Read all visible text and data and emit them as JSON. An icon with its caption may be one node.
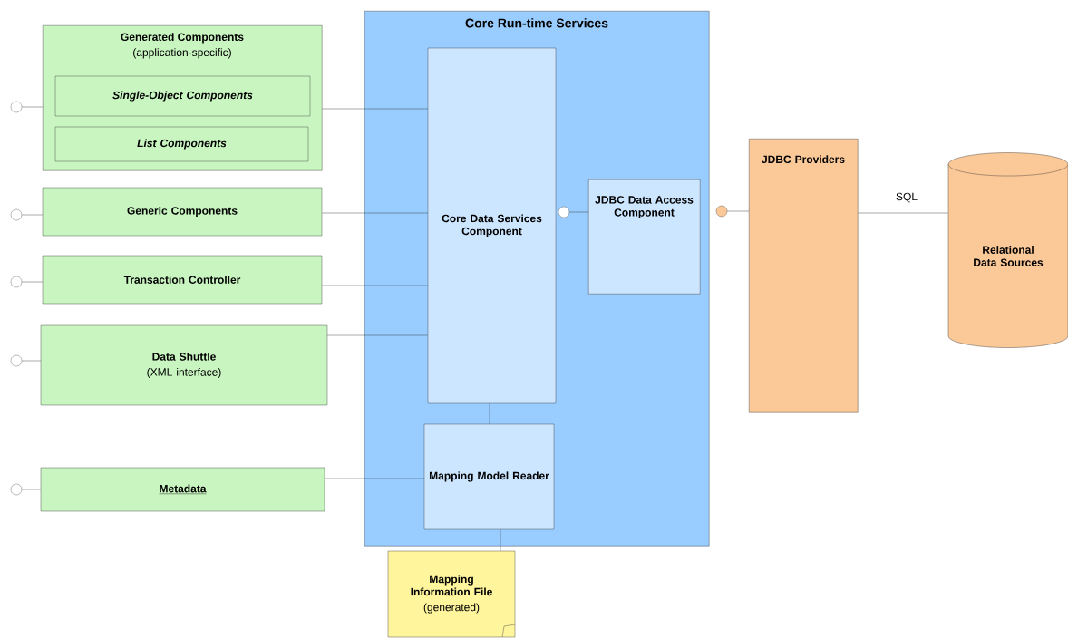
{
  "diagram": {
    "nodes": [
      {
        "text": [
          "Generated Components",
          "(application-specific)"
        ]
      },
      {
        "text": [
          "Single-Object Components"
        ],
        "in": 0
      },
      {
        "text": [
          "List Components"
        ],
        "in": 0
      },
      {
        "text": [
          "Generic Components"
        ]
      },
      {
        "text": [
          "Transaction Controller"
        ]
      },
      {
        "text": [
          "Data Shuttle",
          "(XML interface)"
        ]
      },
      {
        "text": [
          "Metadata"
        ]
      },
      {
        "text": [
          "Core Run-time Services"
        ]
      },
      {
        "text": [
          "Core Data Services Component"
        ],
        "in": 7
      },
      {
        "text": [
          "JDBC Data Access Component"
        ],
        "in": 7
      },
      {
        "text": [
          "Mapping Model Reader"
        ],
        "in": 7
      },
      {
        "text": [
          "JDBC Providers"
        ]
      },
      {
        "text": [
          "Relational Data Sources"
        ]
      },
      {
        "text": [
          "Mapping Information File",
          "(generated)"
        ]
      },
      {
        "text": [],
        "shape": "circle"
      },
      {
        "text": [],
        "shape": "circle"
      },
      {
        "text": [],
        "shape": "circle"
      },
      {
        "text": [],
        "shape": "circle"
      },
      {
        "text": [],
        "shape": "circle"
      },
      {
        "text": [],
        "shape": "circle",
        "in": 7
      },
      {
        "text": [],
        "shape": "circle"
      }
    ],
    "edges": [
      {
        "from": 0,
        "to": 8,
        "arrow": "none"
      },
      {
        "from": 3,
        "to": 8,
        "arrow": "none"
      },
      {
        "from": 4,
        "to": 8,
        "arrow": "none"
      },
      {
        "from": 5,
        "to": 8,
        "arrow": "none"
      },
      {
        "from": 6,
        "to": 10,
        "arrow": "none"
      },
      {
        "from": 8,
        "to": 10,
        "arrow": "none"
      },
      {
        "from": 10,
        "to": 13,
        "arrow": "none"
      },
      {
        "from": 11,
        "to": 12,
        "arrow": "none",
        "label": "SQL"
      },
      {
        "from": 14,
        "to": 0,
        "arrow": "none"
      },
      {
        "from": 15,
        "to": 3,
        "arrow": "none"
      },
      {
        "from": 16,
        "to": 4,
        "arrow": "none"
      },
      {
        "from": 17,
        "to": 5,
        "arrow": "none"
      },
      {
        "from": 18,
        "to": 6,
        "arrow": "none"
      },
      {
        "from": 19,
        "to": 9,
        "arrow": "none"
      },
      {
        "from": 20,
        "to": 11,
        "arrow": "none"
      }
    ]
  }
}
